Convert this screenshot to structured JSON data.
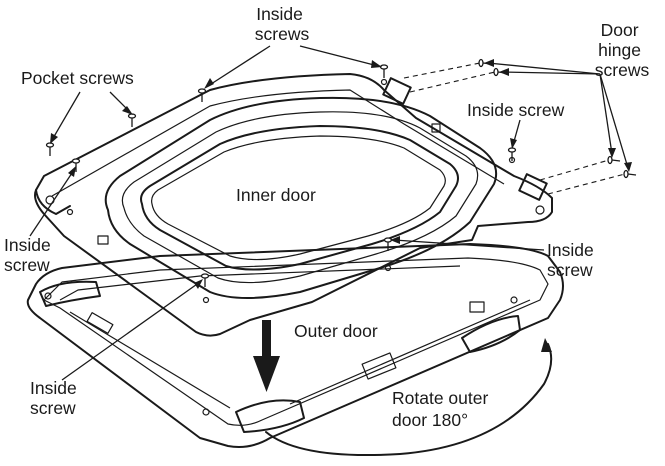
{
  "labels": {
    "inside_screws_top": [
      "Inside",
      "screws"
    ],
    "door_hinge_screws": [
      "Door",
      "hinge",
      "screws"
    ],
    "pocket_screws": "Pocket screws",
    "inside_screw_right_top": "Inside screw",
    "inner_door": "Inner door",
    "inside_screw_left": [
      "Inside",
      "screw"
    ],
    "inside_screw_right_mid": [
      "Inside",
      "screw"
    ],
    "outer_door": "Outer door",
    "inside_screw_bottom": [
      "Inside",
      "screw"
    ],
    "rotate": [
      "Rotate outer",
      "door 180°"
    ]
  },
  "colors": {
    "ink": "#1a1a1a",
    "background": "#ffffff"
  }
}
